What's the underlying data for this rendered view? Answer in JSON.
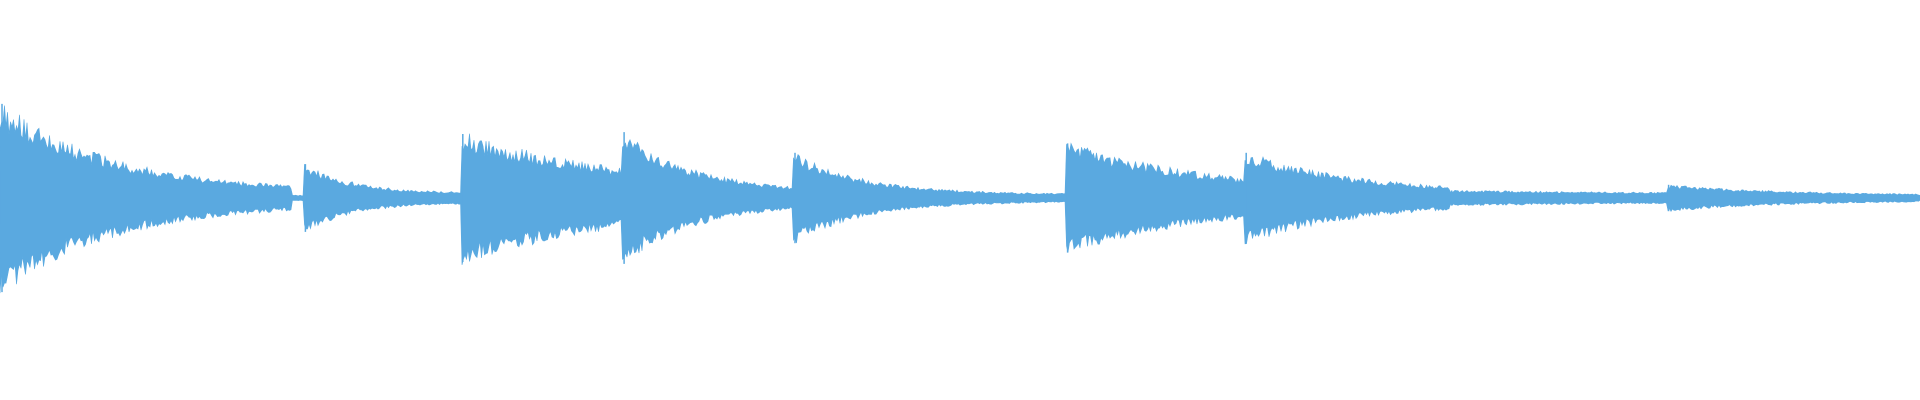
{
  "waveform": {
    "color": "#5aa9e0",
    "background": "#ffffff",
    "duration_fraction_shown": 1.0,
    "segments": [
      {
        "start": 0.0,
        "end": 0.152,
        "onset_amp": 1.0,
        "decay": 2.6,
        "floor": 0.06
      },
      {
        "start": 0.158,
        "end": 0.24,
        "onset_amp": 0.36,
        "decay": 3.2,
        "floor": 0.05
      },
      {
        "start": 0.24,
        "end": 0.324,
        "onset_amp": 0.68,
        "decay": 0.9,
        "floor": 0.05
      },
      {
        "start": 0.324,
        "end": 0.413,
        "onset_amp": 0.7,
        "decay": 2.4,
        "floor": 0.06
      },
      {
        "start": 0.413,
        "end": 0.555,
        "onset_amp": 0.48,
        "decay": 4.0,
        "floor": 0.04
      },
      {
        "start": 0.555,
        "end": 0.648,
        "onset_amp": 0.58,
        "decay": 1.2,
        "floor": 0.05
      },
      {
        "start": 0.648,
        "end": 0.755,
        "onset_amp": 0.48,
        "decay": 1.8,
        "floor": 0.05
      },
      {
        "start": 0.755,
        "end": 0.868,
        "onset_amp": 0.08,
        "decay": 0.6,
        "floor": 0.03
      },
      {
        "start": 0.868,
        "end": 1.0,
        "onset_amp": 0.14,
        "decay": 2.2,
        "floor": 0.03
      }
    ]
  }
}
